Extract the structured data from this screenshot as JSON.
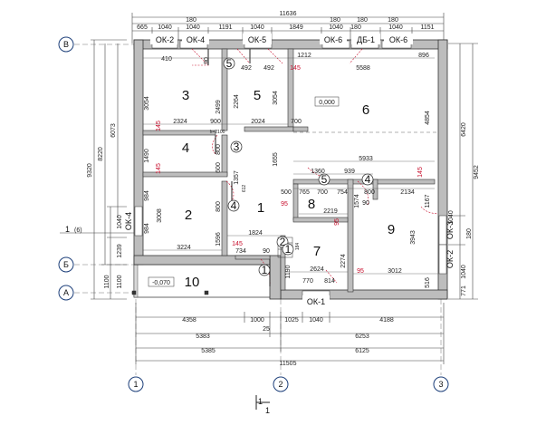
{
  "top_dims": {
    "overall": "11636",
    "row1": [
      "180",
      "180",
      "180",
      "180"
    ],
    "row2": [
      "665",
      "1040",
      "1040",
      "1191",
      "1040",
      "1849",
      "1040",
      "180",
      "1040",
      "1151"
    ]
  },
  "windows": {
    "ok2_top": "ОК-2",
    "ok4_top": "ОК-4",
    "ok5_top": "ОК-5",
    "ok6_top_a": "ОК-6",
    "db1_top": "ДБ-1",
    "ok6_top_b": "ОК-6",
    "ok4_left": "ОК-4",
    "ok3_right": "ОК-3",
    "ok2_right": "ОК-2",
    "ok1_bottom": "ОК-1"
  },
  "axes": {
    "v": "В",
    "b": "Б",
    "a": "А",
    "one_six": "1",
    "one_six_sub": "(6)",
    "c1": "1",
    "c2": "2",
    "c3": "3"
  },
  "rooms": {
    "r1": "1",
    "r2": "2",
    "r3": "3",
    "r4": "4",
    "r5": "5",
    "r6": "6",
    "r7": "7",
    "r8": "8",
    "r9": "9",
    "r10": "10",
    "c1a": "1",
    "c1b": "1",
    "c2": "2",
    "c3": "3",
    "c4a": "4",
    "c4b": "4",
    "c5a": "5",
    "c5b": "5"
  },
  "levels": {
    "main": "0,000",
    "porch": "-0,070"
  },
  "inner_dims": {
    "d410": "410",
    "d90a": "90",
    "d492a": "492",
    "d492b": "492",
    "d1212": "1212",
    "d5588": "5588",
    "d896": "896",
    "d145a": "145",
    "d145b": "145",
    "d145c": "145",
    "d145d": "145",
    "d145e": "145",
    "d3054a": "3054",
    "d2499": "2499",
    "d2264": "2264",
    "d3054b": "3054",
    "d4854": "4854",
    "d2324": "2324",
    "d900": "900",
    "d2100": "h=2100",
    "d2024": "2024",
    "d700a": "700",
    "d1490": "1490",
    "d800a": "800",
    "d600": "600",
    "d1357": "1357",
    "d1655": "1655",
    "d5933": "5933",
    "d1360": "1360",
    "d939": "939",
    "d984a": "984",
    "d500": "500",
    "d765": "765",
    "d700b": "700",
    "d754": "754",
    "d800b": "800",
    "d2134": "2134",
    "d612": "612",
    "d800c": "800",
    "d95a": "95",
    "d2219": "2219",
    "d95b": "95",
    "d90b": "90",
    "d1574": "1574",
    "d1167": "1167",
    "d3008": "3008",
    "d984b": "984",
    "d1596": "1596",
    "d1824": "1824",
    "d3943": "3943",
    "d3224": "3224",
    "d734": "734",
    "d90c": "90",
    "d184": "184",
    "d2274": "2274",
    "d1190": "1190",
    "d2624": "2624",
    "d95c": "95",
    "d3012": "3012",
    "d770": "770",
    "d814": "814",
    "d516": "516",
    "d1040r": "1040",
    "d180r": "180"
  },
  "left_dims": {
    "d9320": "9320",
    "d8220": "8220",
    "d6073": "6073",
    "d1040": "1040",
    "d1239": "1239",
    "d1100a": "1100",
    "d1100b": "1100"
  },
  "right_dims": {
    "d6420": "6420",
    "d9452": "9452",
    "d1040": "1040",
    "d771": "771"
  },
  "bottom_dims": {
    "row1": [
      "4358",
      "1000",
      "1025",
      "1040",
      "4188"
    ],
    "d25": "25",
    "row2": [
      "5383",
      "6253"
    ],
    "row3": [
      "5385",
      "6125"
    ],
    "overall": "11505"
  },
  "section": {
    "label": "1",
    "sub": "1"
  }
}
